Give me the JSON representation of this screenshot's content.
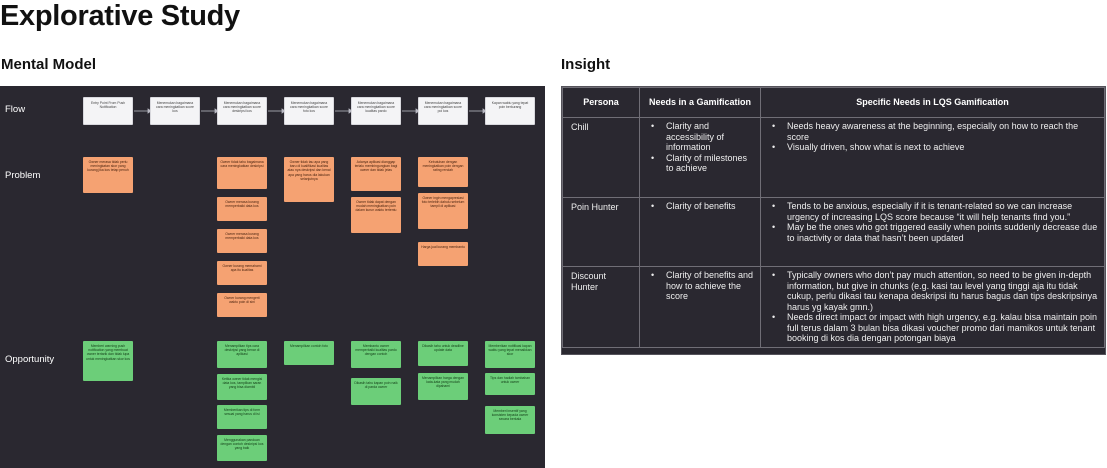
{
  "page_title": "Explorative Study",
  "mental_model": {
    "heading": "Mental Model",
    "row_labels": {
      "flow": "Flow",
      "problem": "Problem",
      "opportunity": "Opportunity"
    },
    "flow": [
      "Entry Point From Push Notification",
      "Menemukan bagaimana cara meningkatkan score kos",
      "Menemukan bagaimana cara meningkatkan score deskripsi kos",
      "Menemukan bagaimana cara meningkatkan score foto kos",
      "Menemukan bagaimana cara meningkatkan score kualitas pardo",
      "Menemukan bagaimana cara meningkatkan score poi kos",
      "Kapan waktu yang tepat poin berkurang"
    ],
    "problem": [
      [
        "Owner merasa tidak perlu meningkatan skor yang kurang jika kos tetap penuh"
      ],
      [
        "Owner tidak tahu bagaimana cara meningkatkan deskripsi",
        "Owner merasa kurang memperbaiki data kos",
        "Owner merasa kurang memperbaiki data kos",
        "Owner kurang memahami apa itu kualitas",
        "Owner kurang mengerti waktu poin di sini"
      ],
      [
        "Owner tidak tau apa yang baru di kualifikasi kualitas atau nya deskripsi dan kenal apa yang harus dia lakukan selanjutnya"
      ],
      [
        "Adanya aplikasi dianggap terlalu membingungkan bagi owner dan tidak jelas",
        "Owner tidak dapat dengan mudah meningkatkan poin dalam kurun waktu tertentu"
      ],
      [
        "Kebutuhan dengan meningkatkan poin dengan rating rendah",
        "Owner ingin mengapresiasi foto terlebih dahulu sebelum tampil di aplikasi",
        "Harga jual kurang membantu"
      ]
    ],
    "opportunity": [
      [
        "Memberi warning push notification yang membuat owner tertarik dan tidak lupa untuk meningkatkan skor kos"
      ],
      [
        "Menampilkan tips cara deskripsi yang benar di aplikasi",
        "Ketika owner tidak mengisi data kos, tampilkan saran yang bisa diambil",
        "Memberikan tips di form sesuai yang harus di isi",
        "Menggunakan panduan dengan contoh deskripsi kos yang baik"
      ],
      [
        "Menampilkan contoh foto"
      ],
      [
        "Membantu owner memperbaiki kualitas pardo dengan contoh",
        "Dikasih tahu kapan poin naik di parda owner"
      ],
      [
        "Dikasih tahu untuk deadline update data",
        "Menampilkan harga dengan kata-kata yang mudah dipahami"
      ],
      [
        "Memberikan notifikasi kapan waktu yang tepat menaikkan skor",
        "Tips dan hadiah tambahan untuk owner",
        "Memberi insentif yang konsisten kepada owner secara berkala"
      ]
    ]
  },
  "insight": {
    "heading": "Insight",
    "columns": [
      "Persona",
      "Needs in a Gamification",
      "Specific Needs in LQS Gamification"
    ],
    "rows": [
      {
        "persona": "Chill",
        "needs": [
          "Clarity and accessibility of information",
          "Clarity of milestones to achieve"
        ],
        "specific": [
          "Needs heavy awareness at the beginning, especially on how to reach the score",
          "Visually driven, show what is next to achieve"
        ]
      },
      {
        "persona": "Poin Hunter",
        "needs": [
          "Clarity of benefits"
        ],
        "specific": [
          "Tends to be anxious, especially if it is tenant-related so we can increase urgency of increasing LQS score because “it will help tenants find you.”",
          "May be the ones who got triggered easily when points suddenly decrease due to inactivity or data that hasn’t been updated"
        ]
      },
      {
        "persona": "Discount Hunter",
        "needs": [
          "Clarity of benefits and how to achieve the score"
        ],
        "specific": [
          "Typically owners who don’t pay much attention, so need to be given in-depth information, but give  in chunks (e.g. kasi tau level yang tinggi aja itu tidak cukup, perlu dikasi tau kenapa deskripsi itu harus bagus dan tips deskripsinya harus yg kayak gmn.)",
          "Needs direct impact or impact with high urgency, e.g. kalau bisa maintain poin full terus dalam 3 bulan bisa dikasi voucher promo dari mamikos untuk tenant booking di kos dia dengan potongan biaya"
        ]
      }
    ]
  }
}
